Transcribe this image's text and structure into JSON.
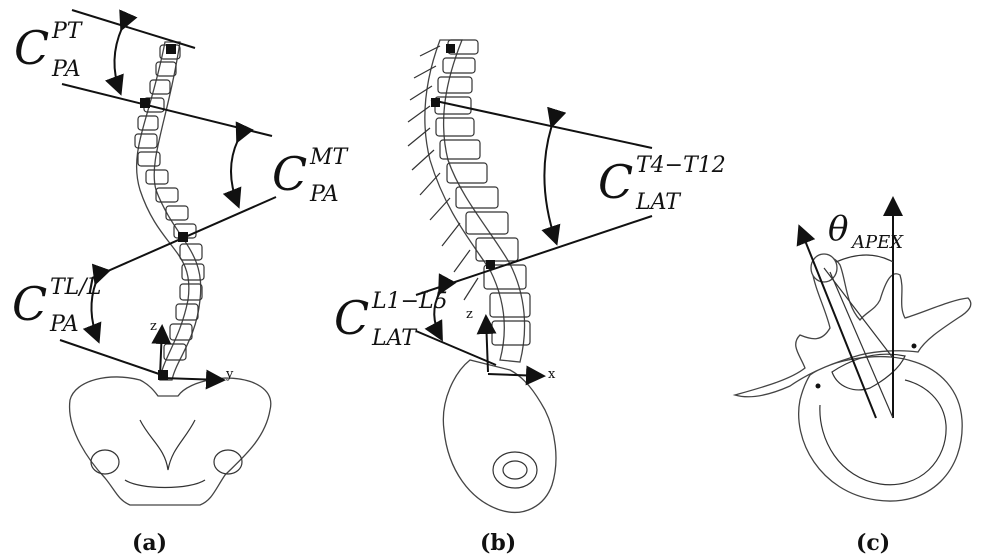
{
  "panels": [
    {
      "caption": "(a)",
      "angles": [
        {
          "main": "C",
          "sup": "PT",
          "sub": "PA"
        },
        {
          "main": "C",
          "sup": "MT",
          "sub": "PA"
        },
        {
          "main": "C",
          "sup": "TL/L",
          "sub": "PA"
        }
      ],
      "axes": {
        "z": "z",
        "y": "y"
      }
    },
    {
      "caption": "(b)",
      "angles": [
        {
          "main": "C",
          "sup": "T4−T12",
          "sub": "LAT"
        },
        {
          "main": "C",
          "sup": "L1−L5",
          "sub": "LAT"
        }
      ],
      "axes": {
        "z": "z",
        "x": "x"
      }
    },
    {
      "caption": "(c)",
      "angle": {
        "main": "θ",
        "sub": "APEX"
      }
    }
  ]
}
